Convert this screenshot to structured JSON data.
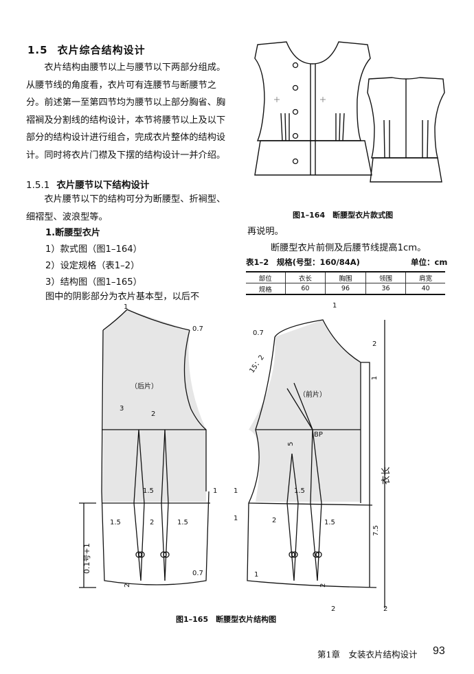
{
  "section": {
    "number": "1.5",
    "title": "衣片综合结构设计"
  },
  "intro": "衣片结构由腰节以上与腰节以下两部分组成。从腰节线的角度看，衣片可有连腰节与断腰节之分。前述第一至第四节均为腰节以上部分胸省、胸褶裥及分割线的结构设计，本节将腰节以上及以下部分的结构设计进行组合，完成衣片整体的结构设计。同时将衣片门襟及下摆的结构设计一并介绍。",
  "subsection": {
    "number": "1.5.1",
    "title": "衣片腰节以下结构设计"
  },
  "sub_intro": "衣片腰节以下的结构可分为断腰型、折裥型、细褶型、波浪型等。",
  "item_heading": "1.断腰型衣片",
  "items": [
    "1）款式图（图1–164）",
    "2）设定规格（表1–2）",
    "3）结构图（图1–165）"
  ],
  "shaded_note": "图中的阴影部分为衣片基本型，以后不",
  "continuation": "再说明。",
  "waist_note": "断腰型衣片前侧及后腰节线提高1cm。",
  "fig164_caption": "图1–164　断腰型衣片款式图",
  "fig165_caption": "图1–165　断腰型衣片结构图",
  "table": {
    "title": "表1–2　规格(号型：160/84A)",
    "unit": "单位：cm",
    "headers": [
      "部位",
      "衣长",
      "胸围",
      "领围",
      "肩宽"
    ],
    "row_label": "规格",
    "values": [
      "60",
      "96",
      "36",
      "40"
    ]
  },
  "diagram_labels": {
    "back": "（后片）",
    "front": "（前片）",
    "bp": "BP",
    "length": "衣长",
    "hip_formula": "0.1号+1",
    "dart_ratio": "15：2",
    "m_0_7": "0.7",
    "m_1": "1",
    "m_1_5": "1.5",
    "m_2": "2",
    "m_3": "3",
    "m_5": "5",
    "m_7_5": "7.5"
  },
  "footer": {
    "chapter": "第1章　女装衣片结构设计",
    "page": "93"
  }
}
